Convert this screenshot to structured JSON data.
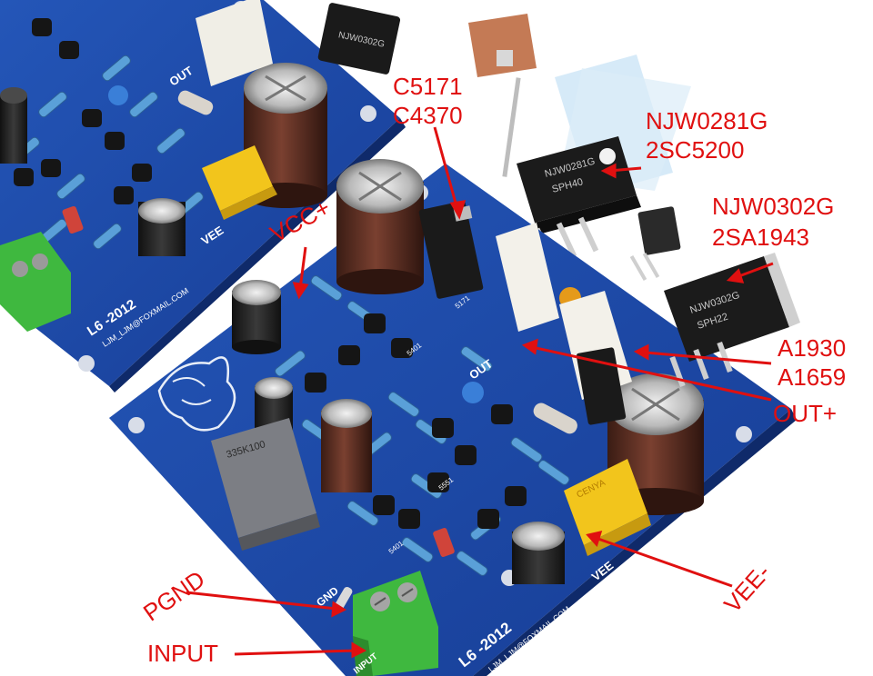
{
  "annotations": {
    "c5171": "C5171",
    "c4370": "C4370",
    "njw0281g": "NJW0281G",
    "2sc5200": "2SC5200",
    "njw0302g": "NJW0302G",
    "2sa1943": "2SA1943",
    "a1930": "A1930",
    "a1659": "A1659",
    "vcc_plus": "VCC+",
    "out_plus": "OUT+",
    "vee_minus": "VEE-",
    "pgnd": "PGND",
    "input": "INPUT"
  },
  "board": {
    "model": "L6 -2012",
    "email": "LJM_LJM@FOXMAIL.COM",
    "label_out": "OUT",
    "label_vee": "VEE",
    "label_gnd": "GND",
    "label_input": "INPUT",
    "film_cap_marking": "335K100",
    "label_5401": "5401",
    "label_5551": "5551",
    "label_5171": "5171"
  },
  "parts": {
    "npn_top_marking": "NJW0281G",
    "npn_bottom_marking": "SPH40",
    "pnp_top_marking": "NJW0302G",
    "pnp_bottom_marking": "SPH22",
    "cap_brand": "CENYA"
  },
  "colors": {
    "pcb_blue": "#1f4aa8",
    "annotation_red": "#e01010",
    "terminal_green": "#3fb83f",
    "cap_brown": "#5a2e22",
    "film_cap_yellow": "#f2c51c"
  }
}
